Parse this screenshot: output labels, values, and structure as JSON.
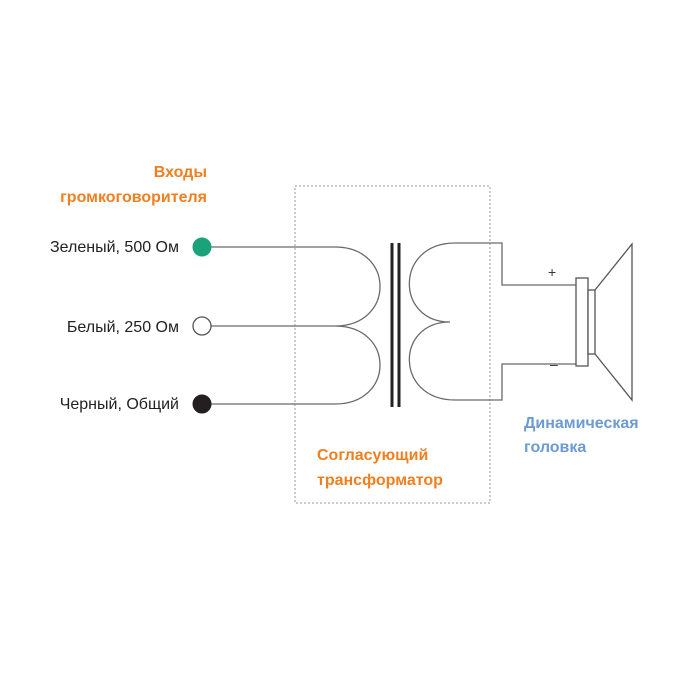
{
  "inputs": {
    "title_line1": "Входы",
    "title_line2": "громкоговорителя",
    "terminals": [
      {
        "label": "Зеленый, 500 Ом",
        "color": "#1aa37a"
      },
      {
        "label": "Белый, 250 Ом",
        "color": "#ffffff"
      },
      {
        "label": "Черный, Общий",
        "color": "#231f20"
      }
    ]
  },
  "transformer": {
    "title_line1": "Согласующий",
    "title_line2": "трансформатор"
  },
  "speaker": {
    "title_line1": "Динамическая",
    "title_line2": "головка",
    "plus": "+",
    "minus": "–"
  },
  "colors": {
    "accent_orange": "#f07f1f",
    "accent_blue": "#6b9bd1"
  }
}
